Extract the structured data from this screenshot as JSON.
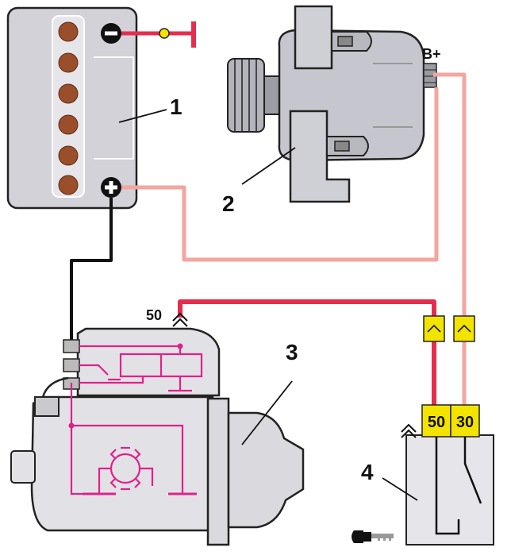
{
  "labels": {
    "battery": "1",
    "alternator": "2",
    "starter": "3",
    "ignition_switch": "4",
    "alternator_terminal": "B+",
    "starter_terminal": "50",
    "switch_terminal_50": "50",
    "switch_terminal_30": "30"
  },
  "colors": {
    "main_wire": "#f2a6a0",
    "start_wire": "#e52d4d",
    "ground_wire": "#111111",
    "internal_circuit": "#e0208c",
    "connector": "#f3e400",
    "component_gray": "#d2d2d8",
    "outline": "#222222",
    "battery_cell": "#9b4e2a"
  },
  "icons": {
    "battery_negative": "minus-icon",
    "battery_positive": "plus-icon",
    "key": "key-icon",
    "ground": "ground-icon"
  }
}
